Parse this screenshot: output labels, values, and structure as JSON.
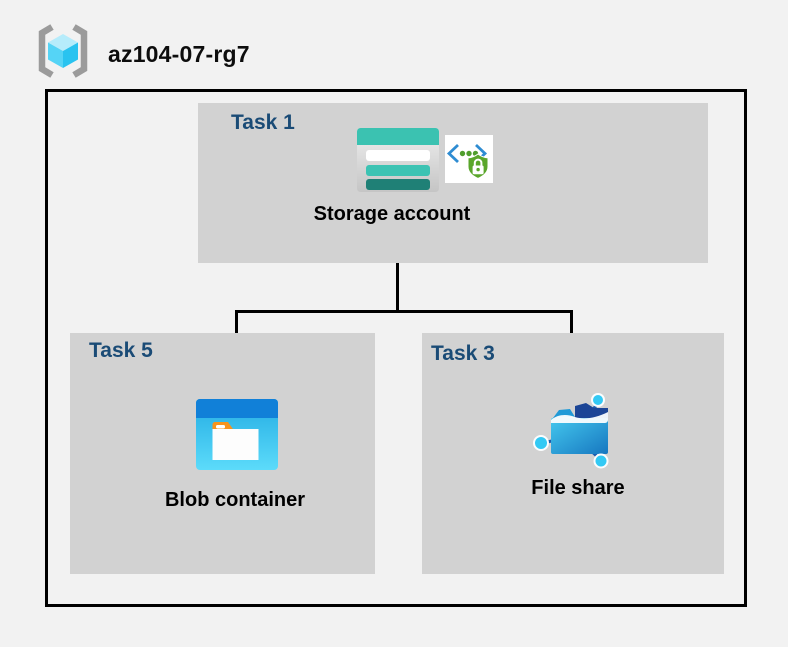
{
  "header": {
    "resource_group": "az104-07-rg7",
    "icon": "resource-group-icon"
  },
  "diagram": {
    "type": "azure-architecture-diagram",
    "nodes": {
      "storage": {
        "task": "Task 1",
        "label": "Storage account",
        "icons": [
          "storage-account-icon",
          "code-security-icon"
        ]
      },
      "blob": {
        "task": "Task 5",
        "label": "Blob container",
        "icons": [
          "blob-container-icon"
        ]
      },
      "fileshare": {
        "task": "Task 3",
        "label": "File share",
        "icons": [
          "file-share-icon"
        ]
      }
    },
    "connections": [
      {
        "from": "Storage account",
        "to": "Blob container"
      },
      {
        "from": "Storage account",
        "to": "File share"
      }
    ]
  },
  "colors": {
    "background": "#f2f2f2",
    "panel_gray": "#d2d2d2",
    "outer_border": "#000000",
    "task_label_navy": "#1a4b76",
    "node_label_black": "#000000",
    "connector_black": "#000000",
    "storage_teal": "#3bc2b1",
    "storage_teal_dark": "#1f8076",
    "blob_header_blue": "#1180d8",
    "blob_body_cyan": "#3fc9f2",
    "folder_orange": "#f7941d",
    "fileshare_navy": "#1c4596",
    "fileshare_cyan": "#33c9f4",
    "shield_green": "#5aa62b",
    "brackets_blue": "#2e8cd2",
    "rg_bracket_gray": "#9b9b9b",
    "rg_cube_cyan": "#2cc4f0"
  }
}
